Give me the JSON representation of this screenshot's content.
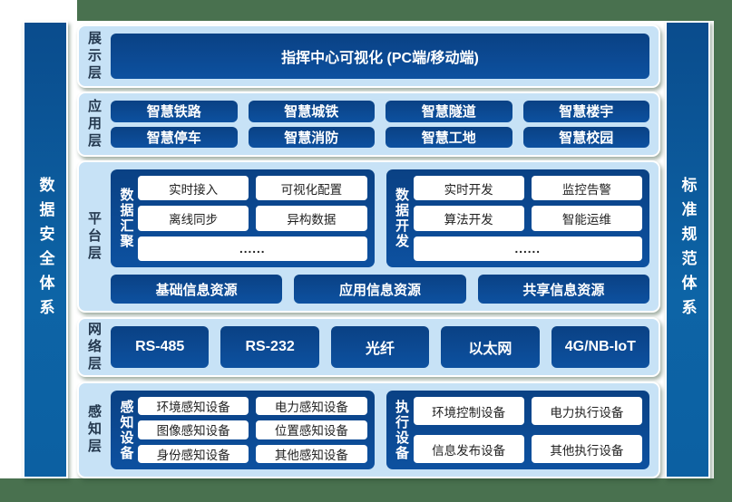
{
  "colors": {
    "background_green": "#49714f",
    "panel_light_blue": "#c7e2f6",
    "box_dark_blue": "#0c4c95",
    "pillar_blue": "#0d64a6",
    "pill_white": "#ffffff",
    "label_navy": "#24384e"
  },
  "side_left": "数据安全体系",
  "side_right": "标准规范体系",
  "layer_labels": [
    "展示层",
    "应用层",
    "平台层",
    "网络层",
    "感知层"
  ],
  "display": {
    "title_bar": "指挥中心可视化 (PC端/移动端)"
  },
  "app": {
    "rows": [
      [
        "智慧铁路",
        "智慧城铁",
        "智慧隧道",
        "智慧楼宇"
      ],
      [
        "智慧停车",
        "智慧消防",
        "智慧工地",
        "智慧校园"
      ]
    ]
  },
  "platform": {
    "groups": [
      {
        "title": "数据汇聚",
        "rows": [
          [
            "实时接入",
            "可视化配置"
          ],
          [
            "离线同步",
            "异构数据"
          ]
        ],
        "more": "......"
      },
      {
        "title": "数据开发",
        "rows": [
          [
            "实时开发",
            "监控告警"
          ],
          [
            "算法开发",
            "智能运维"
          ]
        ],
        "more": "......"
      }
    ],
    "resources": [
      "基础信息资源",
      "应用信息资源",
      "共享信息资源"
    ]
  },
  "network": {
    "items": [
      "RS-485",
      "RS-232",
      "光纤",
      "以太网",
      "4G/NB-IoT"
    ]
  },
  "perception": {
    "groups": [
      {
        "title": "感知设备",
        "rows": [
          [
            "环境感知设备",
            "电力感知设备"
          ],
          [
            "图像感知设备",
            "位置感知设备"
          ],
          [
            "身份感知设备",
            "其他感知设备"
          ]
        ]
      },
      {
        "title": "执行设备",
        "rows": [
          [
            "环境控制设备",
            "电力执行设备"
          ],
          [
            "信息发布设备",
            "其他执行设备"
          ]
        ]
      }
    ]
  }
}
